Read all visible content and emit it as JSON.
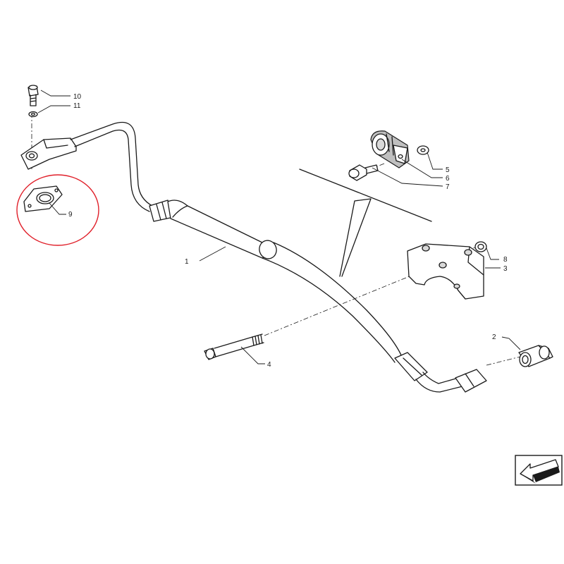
{
  "diagram": {
    "callouts": [
      {
        "id": "1",
        "label": "1"
      },
      {
        "id": "2",
        "label": "2"
      },
      {
        "id": "3",
        "label": "3"
      },
      {
        "id": "4",
        "label": "4"
      },
      {
        "id": "5",
        "label": "5"
      },
      {
        "id": "6",
        "label": "6"
      },
      {
        "id": "7",
        "label": "7"
      },
      {
        "id": "8",
        "label": "8"
      },
      {
        "id": "9",
        "label": "9"
      },
      {
        "id": "10",
        "label": "10"
      },
      {
        "id": "11",
        "label": "11"
      }
    ],
    "highlight_color": "#e0202a",
    "line_color": "#1a1a1a",
    "nav_icon": "arrow-left-icon"
  }
}
